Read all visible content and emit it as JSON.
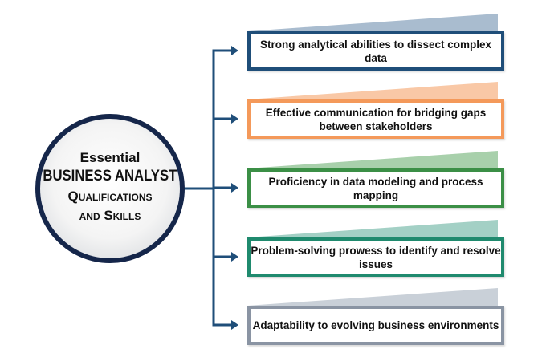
{
  "center": {
    "line1": "Essential",
    "line2": "BUSINESS ANALYST",
    "line3": "Qualifications",
    "line4": "and Skills"
  },
  "items": [
    {
      "text": "Strong analytical abilities to dissect complex data",
      "color": "#1f4e79",
      "wedge": "#a9bccf"
    },
    {
      "text": "Effective communication for bridging gaps between stakeholders",
      "color": "#f4995a",
      "wedge": "#f9c8a6"
    },
    {
      "text": "Proficiency in data modeling and process mapping",
      "color": "#3b8f46",
      "wedge": "#a8d0ab"
    },
    {
      "text": "Problem-solving prowess to identify and resolve issues",
      "color": "#1f8a6e",
      "wedge": "#a3d0c5"
    },
    {
      "text": "Adaptability to evolving business environments",
      "color": "#8a94a3",
      "wedge": "#c9d0d8"
    }
  ],
  "connector_color": "#1f4e79"
}
